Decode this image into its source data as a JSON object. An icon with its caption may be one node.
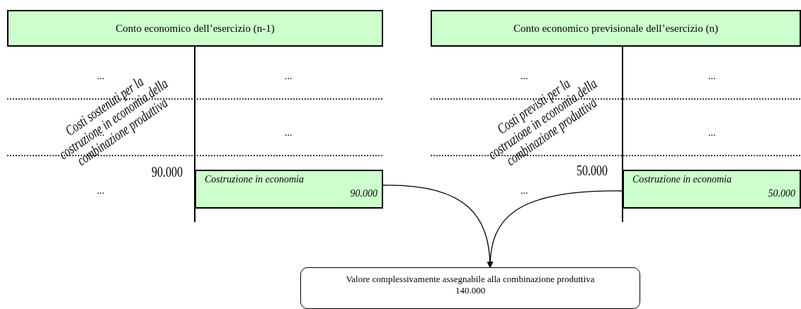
{
  "diagram": {
    "nodes": [
      {
        "text": [
          "Conto economico dell’esercizio (n-1)"
        ]
      },
      {
        "text": [
          "Costruzione in economia",
          "90.000"
        ]
      },
      {
        "text": [
          "Conto economico previsionale dell’esercizio (n)"
        ]
      },
      {
        "text": [
          "Costruzione in economia",
          "50.000"
        ]
      },
      {
        "text": [
          "Valore complessivamente assegnabile alla combinazione produttiva",
          "140.000"
        ]
      }
    ],
    "edges": [
      {
        "from": 1,
        "to": 4,
        "arrow": "to"
      },
      {
        "from": 3,
        "to": 4,
        "arrow": "to"
      }
    ],
    "labels": [
      "...",
      "...",
      "Costi sostenuti per la costruzione in economia della combinazione produttiva",
      "...",
      "...",
      "90.000",
      "...",
      "...",
      "...",
      "Costi previsti per la costruzione in economia della combinazione produttiva",
      "...",
      "...",
      "50.000",
      "..."
    ]
  }
}
